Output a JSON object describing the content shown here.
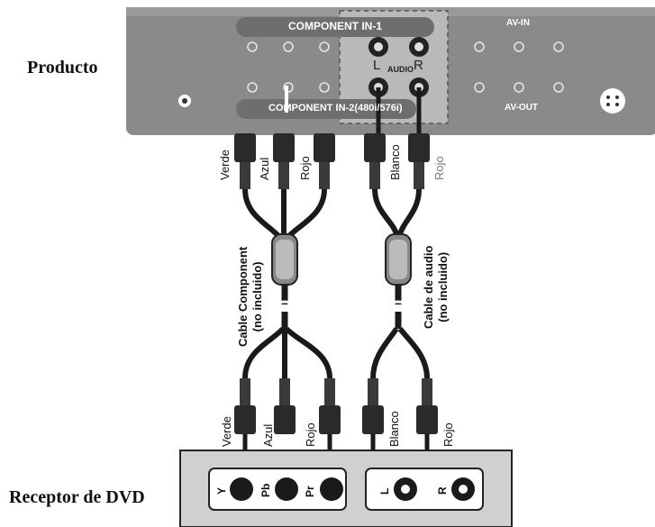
{
  "labels": {
    "product": "Producto",
    "receiver": "Receptor de DVD"
  },
  "panel": {
    "component_in_1": "COMPONENT IN-1",
    "component_in_2": "COMPONENT IN-2(480i/576i)",
    "audio": "AUDIO",
    "L": "L",
    "R": "R",
    "av_in": "AV-IN",
    "av_out": "AV-OUT"
  },
  "cables": {
    "component_title_1": "Cable Component",
    "component_title_2": "(no incluido)",
    "audio_title_1": "Cable de audio",
    "audio_title_2": "(no incluido)",
    "top": {
      "verde": "Verde",
      "azul": "Azul",
      "rojo_1": "Rojo",
      "blanco": "Blanco",
      "rojo_2": "Rojo"
    },
    "bottom": {
      "verde": "Verde",
      "azul": "Azul",
      "rojo_1": "Rojo",
      "blanco": "Blanco",
      "rojo_2": "Rojo"
    }
  },
  "receiver_ports": {
    "y": "Y",
    "pb": "Pb",
    "pr": "Pr",
    "l": "L",
    "r": "R"
  },
  "colors": {
    "panel": "#8a8a8a",
    "panel_dark": "#6e6e6e",
    "cable": "#1a1a1a",
    "receiver_box": "#d0d0d0"
  }
}
